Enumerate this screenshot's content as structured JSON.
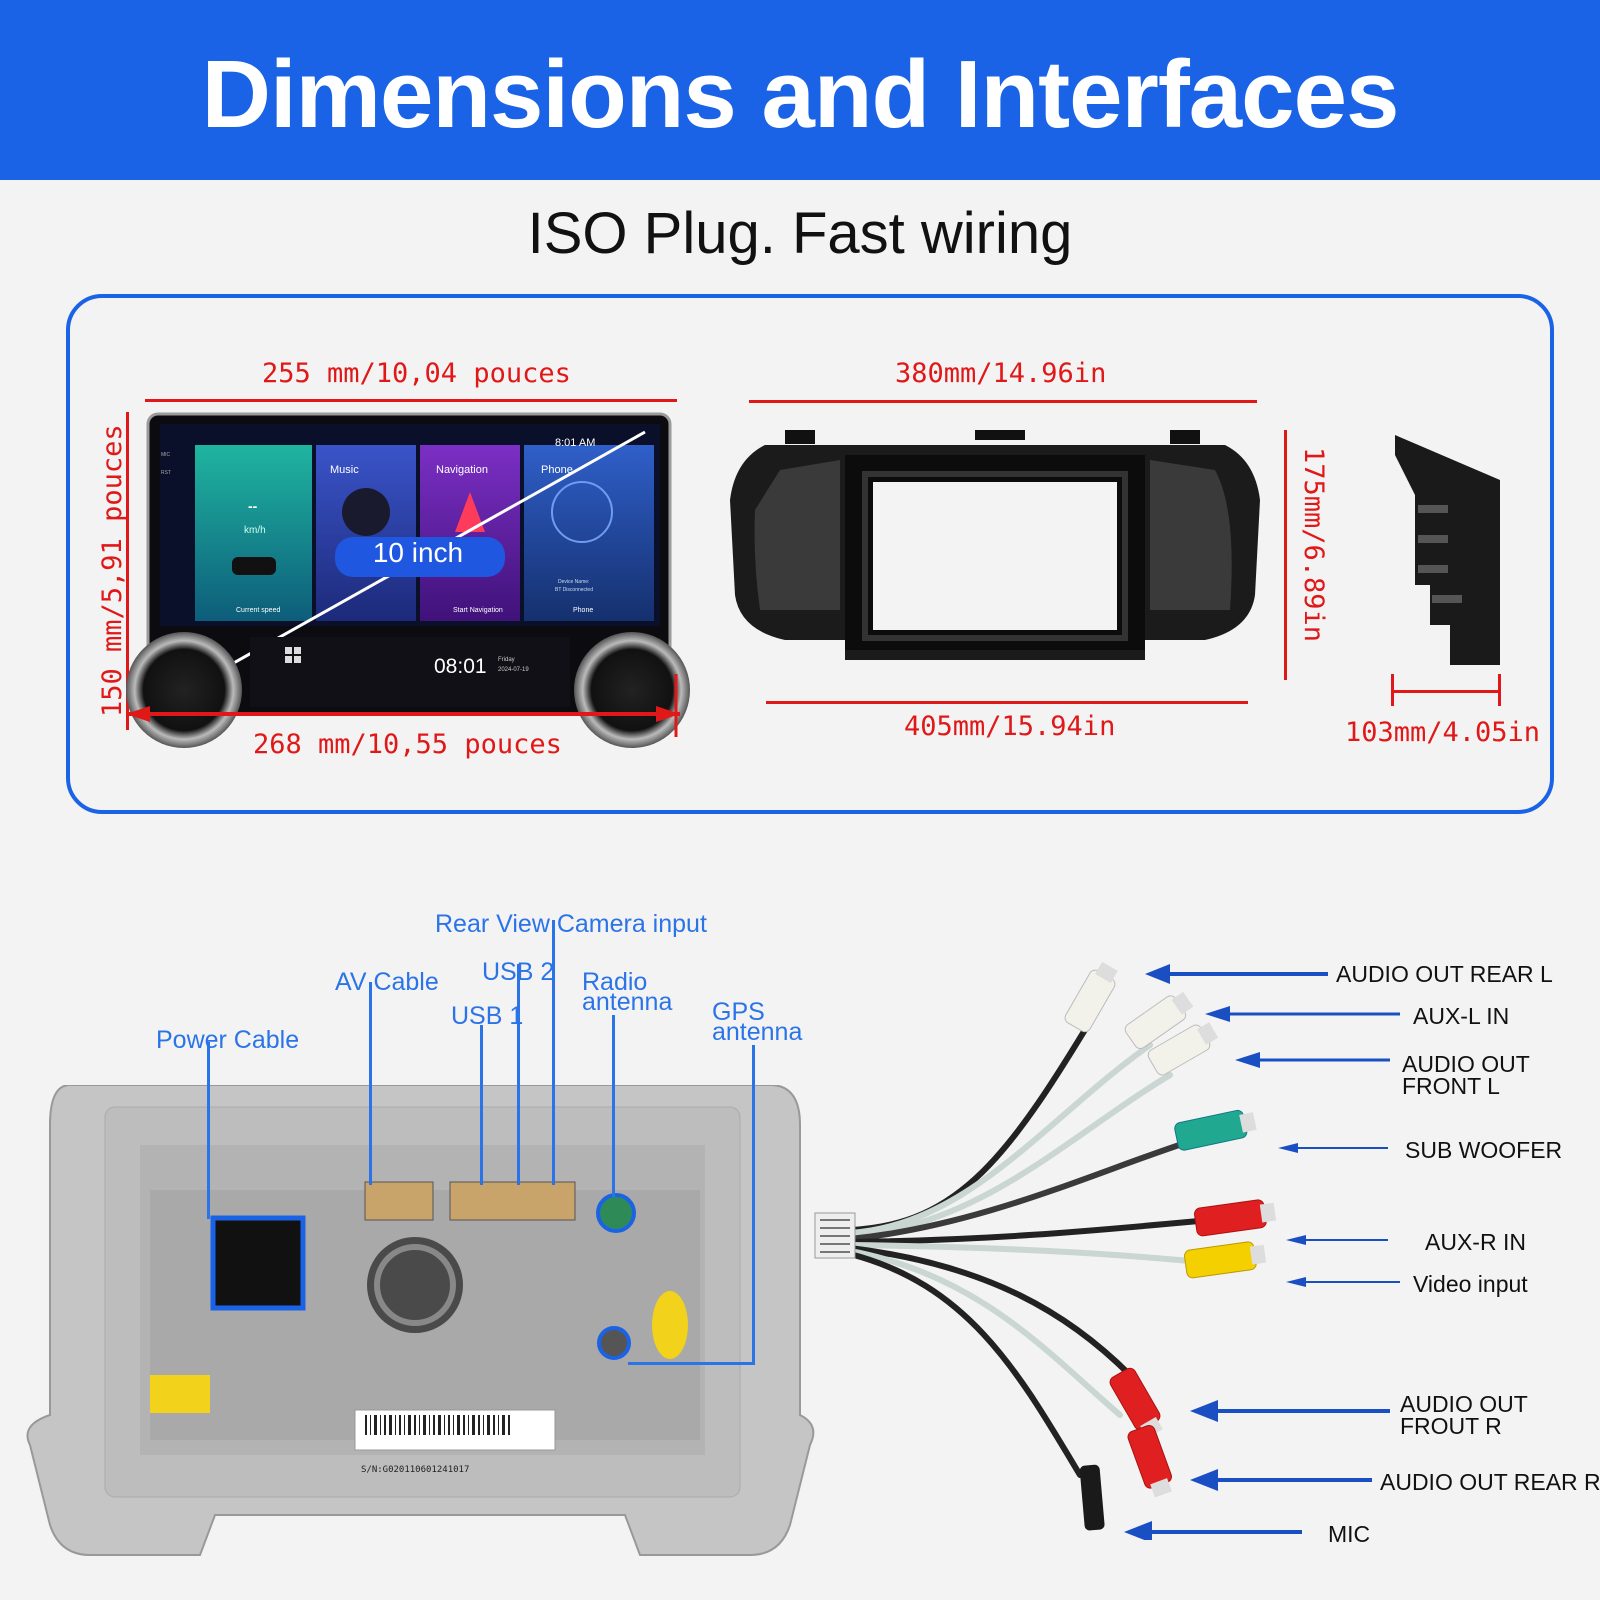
{
  "header": {
    "title": "Dimensions and Interfaces"
  },
  "subtitle": "ISO Plug. Fast wiring",
  "dimensions": {
    "screen_width_top": "255 mm/10,04 pouces",
    "screen_height": "150 mm/5,91 pouces",
    "screen_width_bottom": "268 mm/10,55 pouces",
    "screen_size_badge": "10 inch",
    "frame_width_top": "380mm/14.96in",
    "frame_height": "175mm/6.89in",
    "frame_width_bottom": "405mm/15.94in",
    "frame_depth": "103mm/4.05in"
  },
  "screen_ui": {
    "status_time": "8:01 AM",
    "side_mic": "MIC",
    "side_rst": "RST",
    "speed_value": "--",
    "speed_unit": "km/h",
    "speed_caption": "Current speed",
    "card_music": "Music",
    "card_navigation": "Navigation",
    "nav_caption": "Start Navigation",
    "card_phone": "Phone",
    "phone_device_line1": "Device Name:",
    "phone_device_line2": "BT Disconnected",
    "phone_caption": "Phone",
    "clock": "08:01",
    "day": "Friday",
    "date": "2024-07-19"
  },
  "back_panel": {
    "labels": {
      "power_cable": "Power Cable",
      "av_cable": "AV Cable",
      "usb1": "USB 1",
      "usb2": "USB 2",
      "rear_camera": "Rear View Camera input",
      "radio_antenna_l1": "Radio",
      "radio_antenna_l2": "antenna",
      "gps_antenna_l1": "GPS",
      "gps_antenna_l2": "antenna"
    },
    "serial": "S/N:G020110601241017"
  },
  "cable_labels": [
    {
      "id": "audio-out-rear-l",
      "l1": "AUDIO OUT REAR L",
      "l2": ""
    },
    {
      "id": "aux-l-in",
      "l1": "AUX-L IN",
      "l2": ""
    },
    {
      "id": "audio-out-front-l",
      "l1": "AUDIO OUT",
      "l2": "FRONT L"
    },
    {
      "id": "sub-woofer",
      "l1": "SUB WOOFER",
      "l2": ""
    },
    {
      "id": "aux-r-in",
      "l1": "AUX-R IN",
      "l2": ""
    },
    {
      "id": "video-input",
      "l1": "Video input",
      "l2": ""
    },
    {
      "id": "audio-out-frout-r",
      "l1": "AUDIO OUT",
      "l2": "FROUT R"
    },
    {
      "id": "audio-out-rear-r",
      "l1": "AUDIO OUT REAR R",
      "l2": ""
    },
    {
      "id": "mic",
      "l1": "MIC",
      "l2": ""
    }
  ],
  "colors": {
    "brand_blue": "#1a63e6",
    "dimension_red": "#e01818",
    "label_blue": "#2b74e8",
    "arrow_blue": "#1a4fc4"
  }
}
